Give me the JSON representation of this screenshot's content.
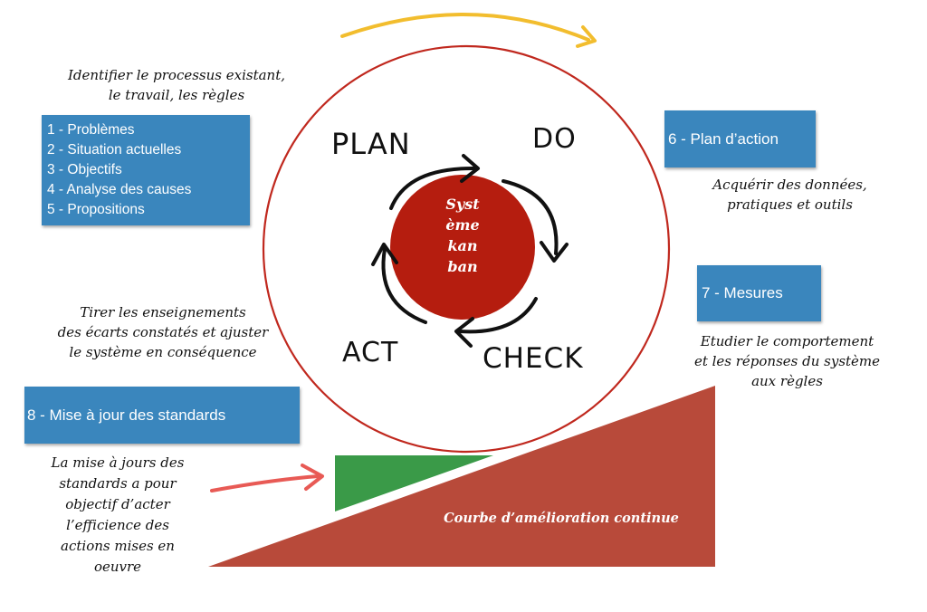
{
  "diagram": {
    "cycle": {
      "plan": "PLAN",
      "do": "DO",
      "check": "CHECK",
      "act": "ACT",
      "center_lines": [
        "Syst",
        "ème",
        "kan",
        "ban"
      ]
    },
    "notes": {
      "identify": [
        "Identifier le processus existant,",
        "le travail, les règles"
      ],
      "acquire": [
        "Acquérir des données,",
        "pratiques et outils"
      ],
      "study": [
        "Etudier le comportement",
        "et les réponses du système",
        "aux règles"
      ],
      "learn": [
        "Tirer les enseignements",
        "des écarts constatés et ajuster",
        "le système en conséquence"
      ],
      "standards": [
        "La mise à jours des",
        "standards a pour",
        "objectif d’acter",
        "l’efficience des",
        "actions mises en",
        "oeuvre"
      ]
    },
    "boxes": {
      "plan_steps": [
        "1 - Problèmes",
        "2 - Situation actuelles",
        "3 - Objectifs",
        "4 - Analyse des causes",
        "5 - Propositions"
      ],
      "action_plan": "6 - Plan d’action",
      "measures": "7 - Mesures",
      "standards_update": "8 - Mise à jour des standards"
    },
    "curve_label": "Courbe d’amélioration continue",
    "colors": {
      "box_blue": "#3a86bd",
      "circle_red": "#c0281e",
      "center_red": "#b51d0f",
      "ramp_red": "#b84a3a",
      "wedge_green": "#3a9a48",
      "arc_yellow": "#f2bd2e",
      "arrow_pink": "#e85a55"
    }
  }
}
